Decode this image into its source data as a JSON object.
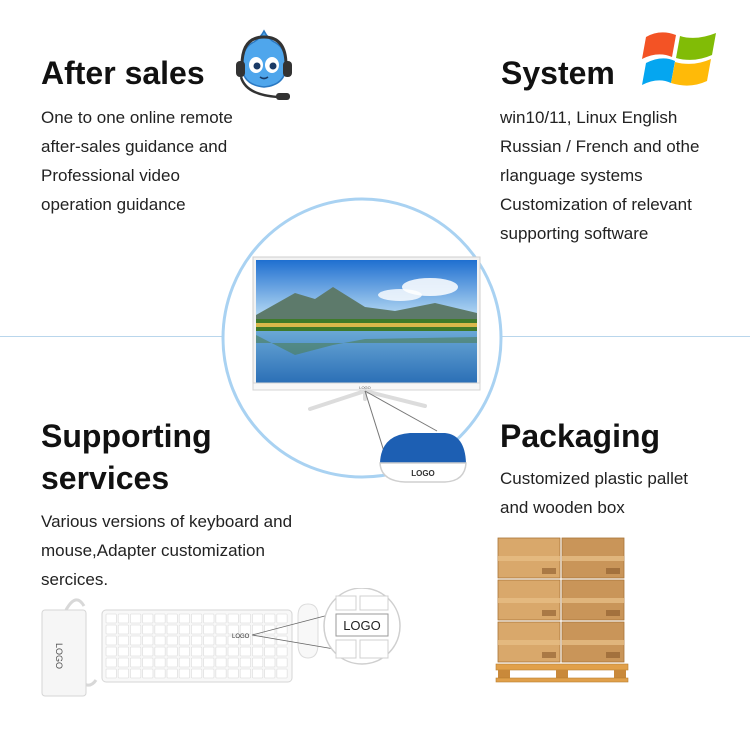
{
  "after_sales": {
    "title": "After sales",
    "lines": [
      "One to one online remote",
      "after-sales guidance and",
      "Professional video",
      "operation guidance"
    ],
    "icon": "support-headset-mascot-icon"
  },
  "system": {
    "title": "System",
    "lines": [
      "win10/11, Linux English",
      "Russian / French and othe",
      "rlanguage systems",
      "Customization of relevant",
      "supporting software"
    ],
    "icon": "windows-logo-icon"
  },
  "supporting": {
    "title_lines": [
      "Supporting",
      "services"
    ],
    "lines": [
      "Various versions of keyboard and",
      "mouse,Adapter customization",
      "sercices."
    ],
    "adapter_logo": "LOGO",
    "keyboard_logo": "LOGO",
    "zoom_logo": "LOGO"
  },
  "packaging": {
    "title": "Packaging",
    "lines": [
      "Customized plastic pallet",
      "and wooden box"
    ]
  },
  "monitor": {
    "zoom_logo": "LOGO",
    "bezel_logo": "LOGO"
  },
  "colors": {
    "accent_line": "#b9d6ec",
    "circle": "#a9d2f2",
    "cardboard": "#d9a86b",
    "pallet": "#e1a04a"
  }
}
